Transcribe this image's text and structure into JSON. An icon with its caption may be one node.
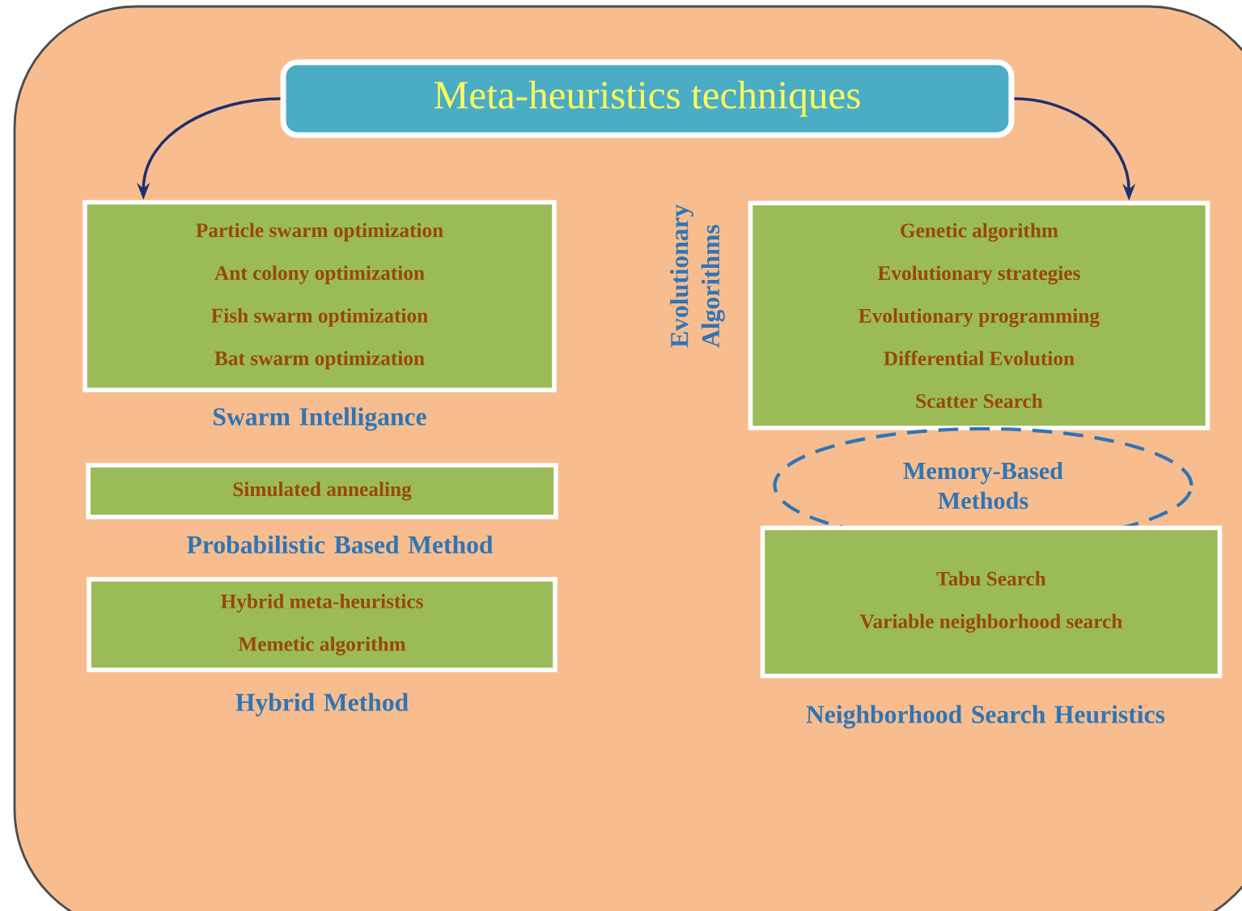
{
  "diagram": {
    "nodes": [
      {
        "text": [
          "Meta-heuristics techniques"
        ]
      },
      {
        "text": [
          "Particle swarm optimization",
          "Ant colony optimization",
          "Fish swarm optimization",
          "Bat swarm optimization"
        ],
        "beside": [
          "Swarm Intelligance"
        ]
      },
      {
        "text": [
          "Simulated annealing"
        ],
        "beside": [
          "Probabilistic Based Method"
        ]
      },
      {
        "text": [
          "Hybrid meta-heuristics",
          "Memetic algorithm"
        ],
        "beside": [
          "Hybrid Method"
        ]
      },
      {
        "text": [
          "Genetic algorithm",
          "Evolutionary strategies",
          "Evolutionary programming",
          "Differential Evolution",
          "Scatter Search"
        ],
        "beside": [
          "Evolutionary Algorithms"
        ]
      },
      {
        "text": [
          "Memory-Based Methods"
        ]
      },
      {
        "text": [
          "Tabu Search",
          "Variable neighborhood search"
        ],
        "beside": [
          "Neighborhood Search Heuristics"
        ]
      }
    ],
    "edges": [
      {
        "from": 0,
        "to": 1,
        "arrow": "to"
      },
      {
        "from": 0,
        "to": 4,
        "arrow": "to"
      }
    ]
  }
}
